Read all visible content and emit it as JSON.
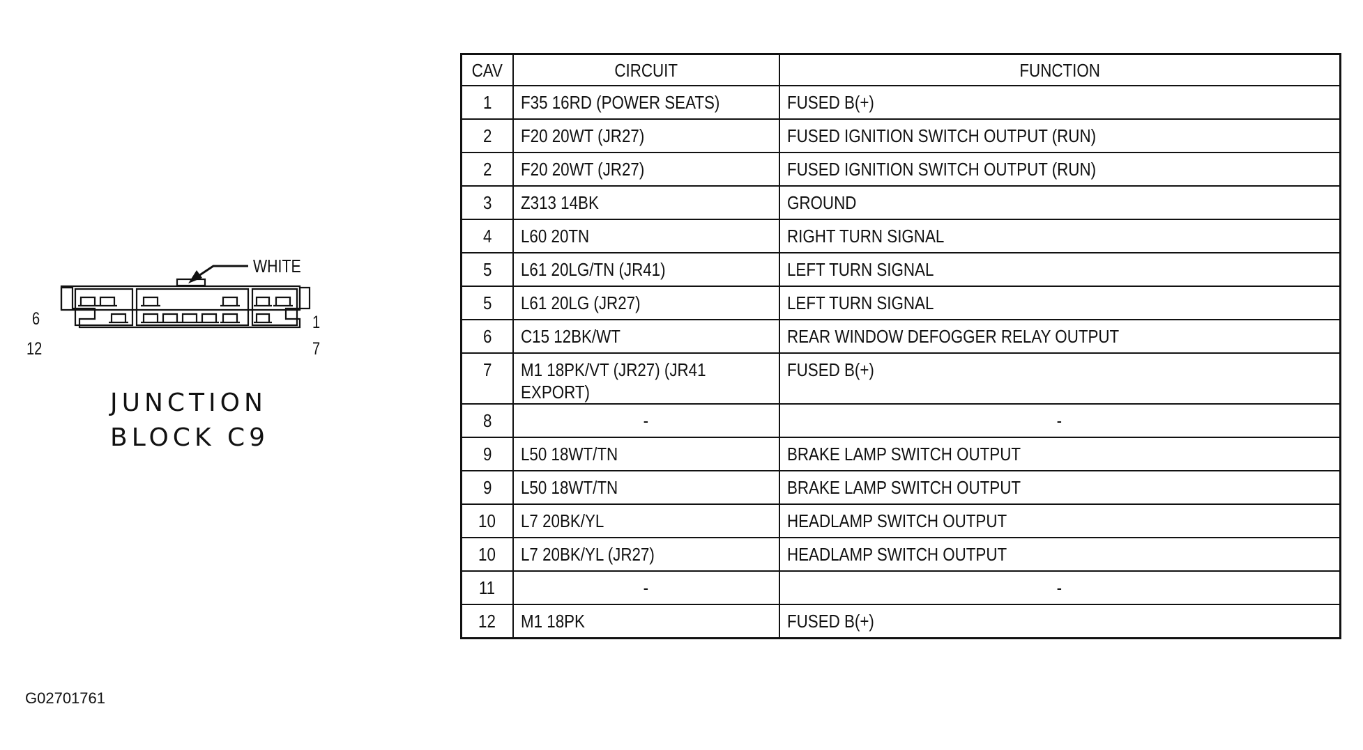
{
  "connector": {
    "pin_labels": {
      "top_left": "6",
      "bottom_left": "12",
      "top_right": "1",
      "bottom_right": "7"
    },
    "marker_label": "WHITE",
    "title_lines": [
      "JUNCTION",
      "BLOCK C9"
    ]
  },
  "figure_id": "G02701761",
  "table": {
    "headers": {
      "cav": "CAV",
      "circuit": "CIRCUIT",
      "function": "FUNCTION"
    },
    "rows": [
      {
        "cav": "1",
        "circuit": "F35 16RD (POWER SEATS)",
        "function": "FUSED B(+)"
      },
      {
        "cav": "2",
        "circuit": "F20 20WT (JR27)",
        "function": "FUSED IGNITION SWITCH OUTPUT (RUN)"
      },
      {
        "cav": "2",
        "circuit": "F20 20WT (JR27)",
        "function": "FUSED IGNITION SWITCH OUTPUT (RUN)"
      },
      {
        "cav": "3",
        "circuit": "Z313 14BK",
        "function": "GROUND"
      },
      {
        "cav": "4",
        "circuit": "L60 20TN",
        "function": "RIGHT TURN SIGNAL"
      },
      {
        "cav": "5",
        "circuit": "L61 20LG/TN (JR41)",
        "function": "LEFT TURN SIGNAL"
      },
      {
        "cav": "5",
        "circuit": "L61 20LG (JR27)",
        "function": "LEFT TURN SIGNAL"
      },
      {
        "cav": "6",
        "circuit": "C15 12BK/WT",
        "function": "REAR WINDOW DEFOGGER RELAY OUTPUT"
      },
      {
        "cav": "7",
        "circuit": "M1 18PK/VT (JR27) (JR41 EXPORT)",
        "function": "FUSED B(+)"
      },
      {
        "cav": "8",
        "circuit": "-",
        "function": "-"
      },
      {
        "cav": "9",
        "circuit": "L50 18WT/TN",
        "function": "BRAKE LAMP SWITCH OUTPUT"
      },
      {
        "cav": "9",
        "circuit": "L50 18WT/TN",
        "function": "BRAKE LAMP SWITCH OUTPUT"
      },
      {
        "cav": "10",
        "circuit": "L7 20BK/YL",
        "function": "HEADLAMP SWITCH OUTPUT"
      },
      {
        "cav": "10",
        "circuit": "L7 20BK/YL (JR27)",
        "function": "HEADLAMP SWITCH OUTPUT"
      },
      {
        "cav": "11",
        "circuit": "-",
        "function": "-"
      },
      {
        "cav": "12",
        "circuit": "M1 18PK",
        "function": "FUSED B(+)"
      }
    ]
  }
}
